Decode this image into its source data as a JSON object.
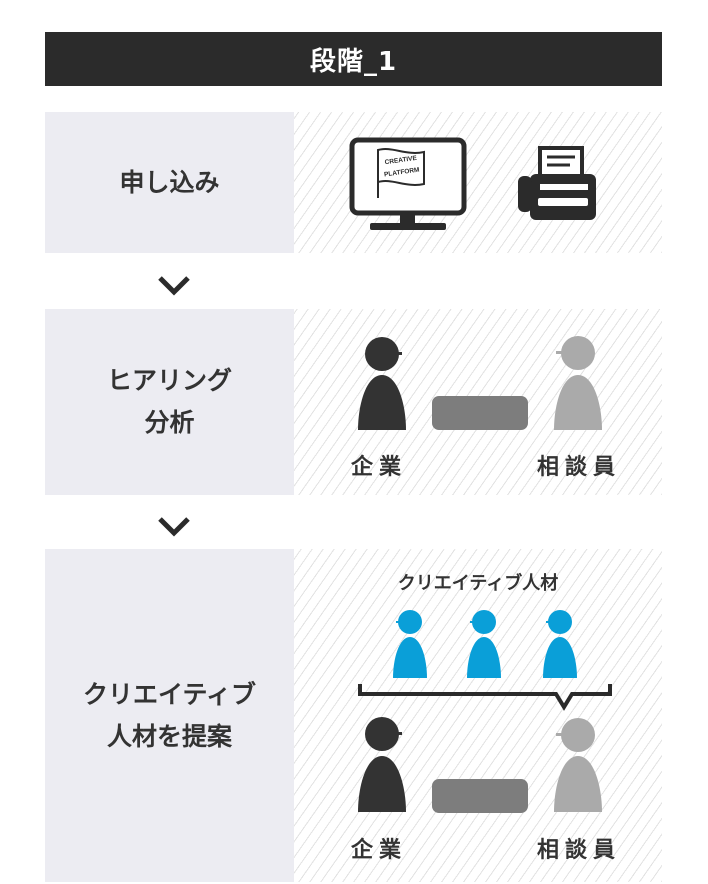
{
  "header": {
    "title": "段階_1"
  },
  "steps": [
    {
      "label": "申し込み"
    },
    {
      "label_line1": "ヒアリング",
      "label_line2": "分析",
      "left_caption": "企業",
      "right_caption": "相談員"
    },
    {
      "label_line1": "クリエイティブ",
      "label_line2": "人材を提案",
      "group_title": "クリエイティブ人材",
      "left_caption": "企業",
      "right_caption": "相談員"
    }
  ],
  "monitor_logo": {
    "line1": "CREATIVE",
    "line2": "PLATFORM"
  },
  "colors": {
    "dark": "#2b2b2b",
    "person_dark": "#333333",
    "person_gray": "#aaaaaa",
    "person_blue": "#0a9fd8",
    "table": "#7d7d7d",
    "label_bg": "#ececf2"
  }
}
